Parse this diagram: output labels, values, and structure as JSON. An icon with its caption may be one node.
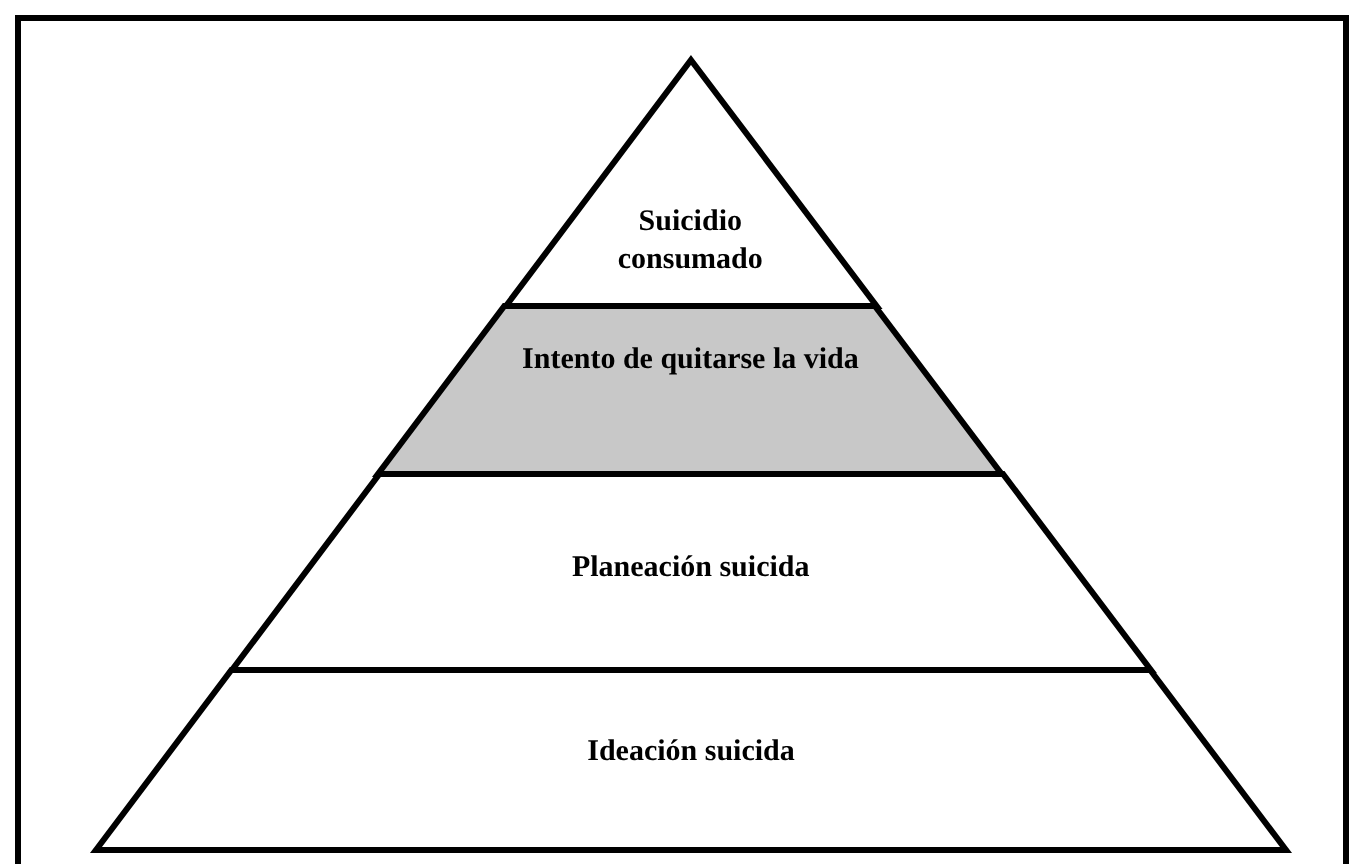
{
  "diagram": {
    "nodes": [
      {
        "text": [
          "Suicidio consumado"
        ]
      },
      {
        "text": [
          "Intento de quitarse la vida"
        ]
      },
      {
        "text": [
          "Planeación suicida"
        ]
      },
      {
        "text": [
          "Ideación suicida"
        ]
      }
    ]
  }
}
